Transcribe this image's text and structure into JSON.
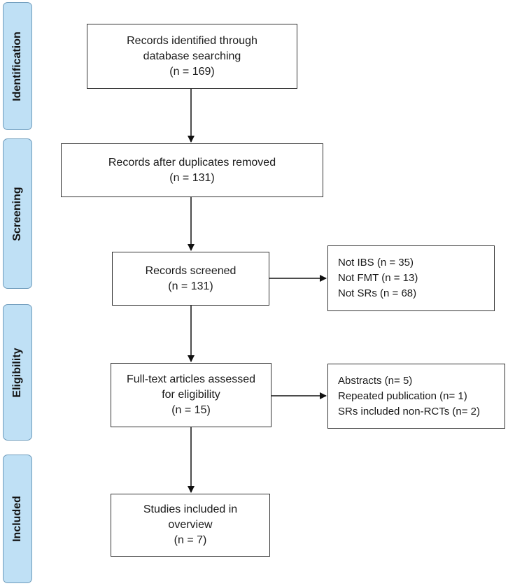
{
  "stages": [
    {
      "label": "Identification"
    },
    {
      "label": "Screening"
    },
    {
      "label": "Eligibility"
    },
    {
      "label": "Included"
    }
  ],
  "boxes": {
    "identified": {
      "lines": [
        "Records identified through",
        "database searching",
        "(n = 169)"
      ]
    },
    "dedup": {
      "lines": [
        "Records after duplicates removed",
        "(n = 131)"
      ]
    },
    "screened": {
      "lines": [
        "Records screened",
        "(n = 131)"
      ]
    },
    "fulltext": {
      "lines": [
        "Full-text articles assessed",
        "for eligibility",
        "(n = 15)"
      ]
    },
    "included": {
      "lines": [
        "Studies included in",
        "overview",
        "(n = 7)"
      ]
    }
  },
  "exclusions": {
    "screening": {
      "lines": [
        "Not IBS (n = 35)",
        "Not FMT (n = 13)",
        "Not SRs (n = 68)"
      ]
    },
    "eligibility": {
      "lines": [
        "Abstracts (n= 5)",
        "Repeated publication (n= 1)",
        "SRs included non-RCTs (n= 2)"
      ]
    }
  }
}
